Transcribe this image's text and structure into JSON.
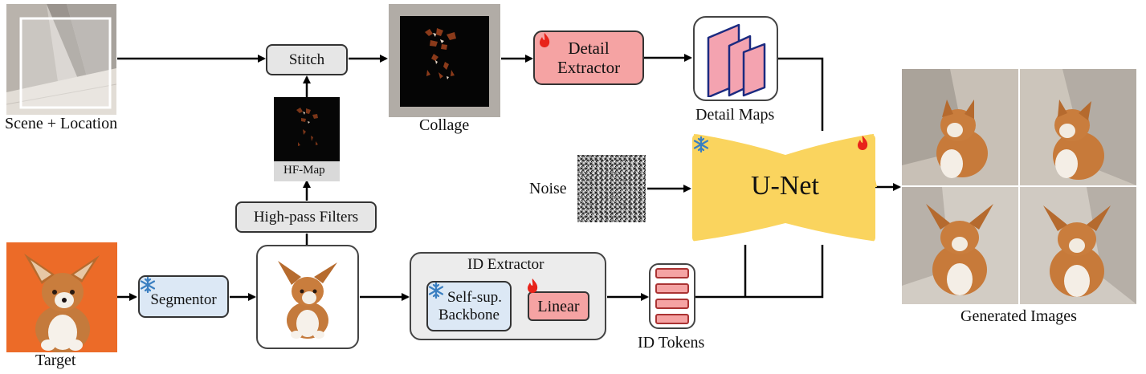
{
  "labels": {
    "scene_location": "Scene + Location",
    "collage": "Collage",
    "detail_maps": "Detail Maps",
    "hf_map": "HF-Map",
    "noise": "Noise",
    "unet": "U-Net",
    "target": "Target",
    "id_extractor": "ID Extractor",
    "id_tokens": "ID Tokens",
    "generated_images": "Generated Images"
  },
  "boxes": {
    "stitch": "Stitch",
    "detail_extractor_line1": "Detail",
    "detail_extractor_line2": "Extractor",
    "high_pass_filters": "High-pass Filters",
    "segmentor": "Segmentor",
    "backbone_line1": "Self-sup.",
    "backbone_line2": "Backbone",
    "linear": "Linear"
  },
  "icons": {
    "trainable": "fire-icon",
    "frozen": "snowflake-icon"
  },
  "colors": {
    "trainable_fill": "#f5a3a3",
    "frozen_fill": "#dce8f5",
    "neutral_fill": "#e6e6e6",
    "unet_fill": "#fad45e",
    "fire": "#e8231a",
    "snowflake": "#3a7fc1",
    "target_background": "#ec6b28"
  }
}
